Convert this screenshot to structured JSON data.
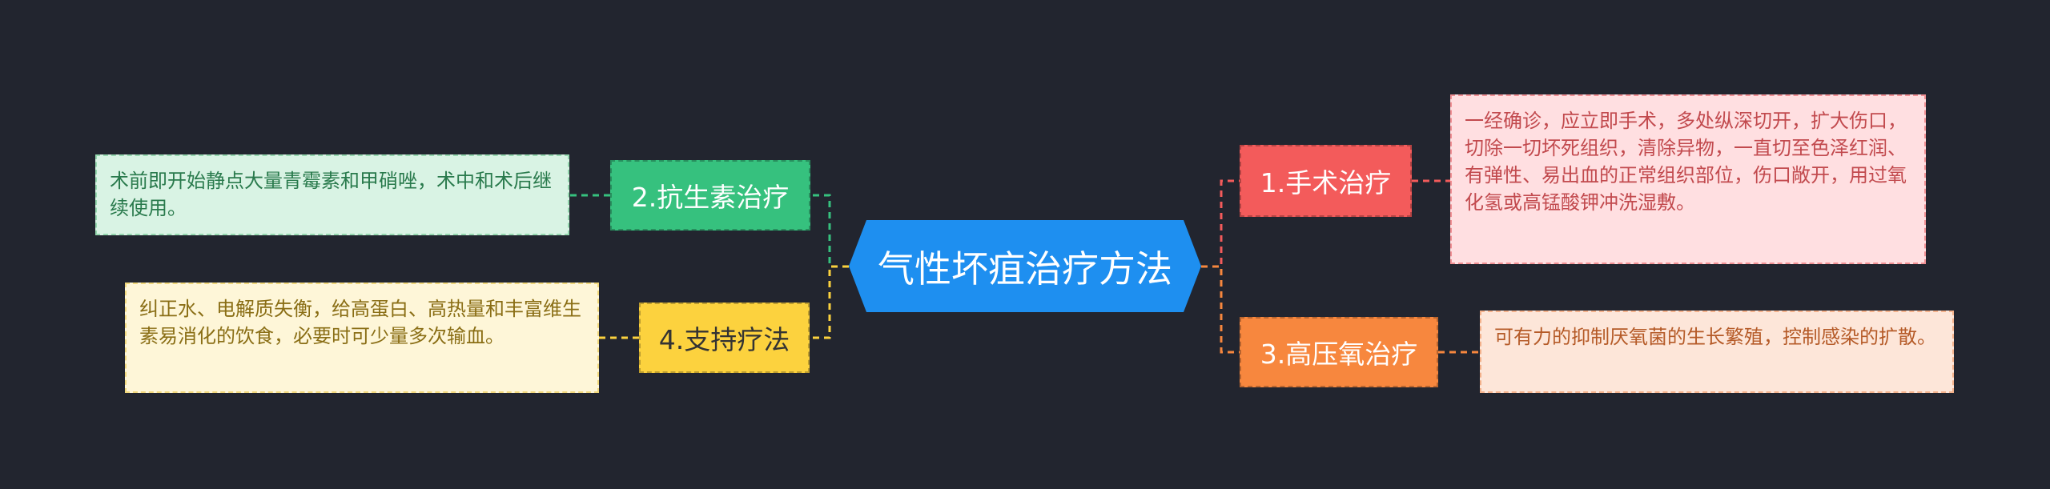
{
  "center": {
    "title": "气性坏疽治疗方法"
  },
  "branches": [
    {
      "title": "1.手术治疗",
      "text": "一经确诊，应立即手术，多处纵深切开，扩大伤口，切除一切坏死组织，清除异物，一直切至色泽红润、有弹性、易出血的正常组织部位，伤口敞开，用过氧化氢或高锰酸钾冲洗湿敷。",
      "color": "#f35b5b"
    },
    {
      "title": "2.抗生素治疗",
      "text": "术前即开始静点大量青霉素和甲硝唑，术中和术后继续使用。",
      "color": "#36c17e"
    },
    {
      "title": "3.高压氧治疗",
      "text": "可有力的抑制厌氧菌的生长繁殖，控制感染的扩散。",
      "color": "#f7873e"
    },
    {
      "title": "4.支持疗法",
      "text": "纠正水、电解质失衡，给高蛋白、高热量和丰富维生素易消化的饮食，必要时可少量多次输血。",
      "color": "#fcd23e"
    }
  ]
}
